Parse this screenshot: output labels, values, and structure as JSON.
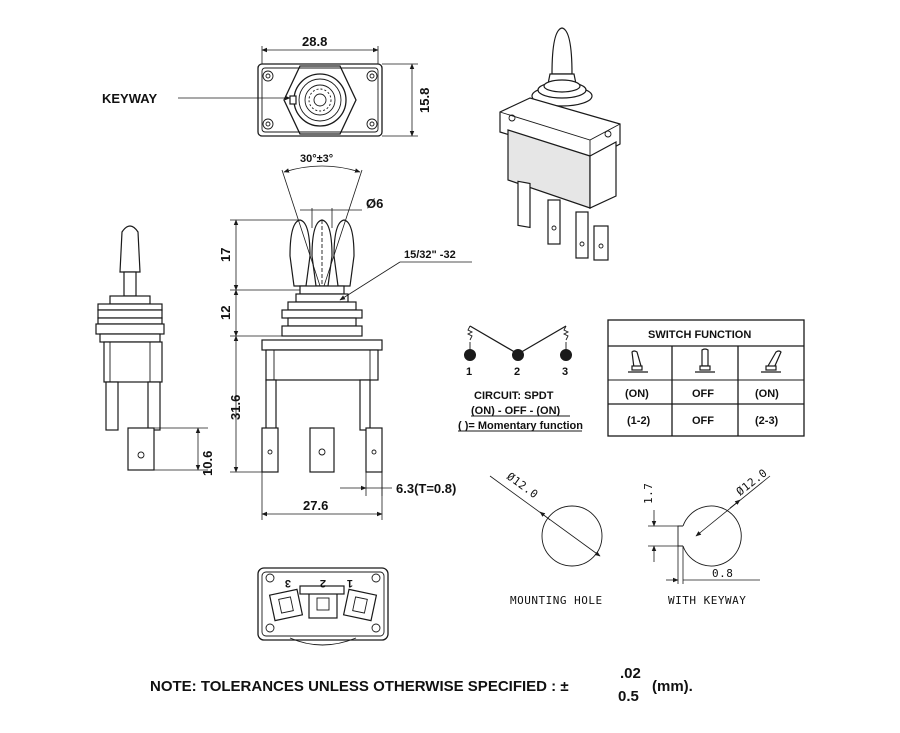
{
  "top_view": {
    "width_dim": "28.8",
    "height_dim": "15.8",
    "keyway_label": "KEYWAY"
  },
  "side_view": {
    "angle_dim": "30°±3°",
    "lever_dia": "Ø6",
    "thread": "15/32\" -32",
    "lever_height": "17",
    "bushing_height": "12",
    "body_height": "31.6",
    "terminal_length": "10.6",
    "terminal_width": "6.3(T=0.8)",
    "body_width": "27.6"
  },
  "circuit": {
    "terminals": [
      "1",
      "2",
      "3"
    ],
    "line1": "CIRCUIT: SPDT",
    "line2": "(ON) - OFF - (ON)",
    "line3": "(  )= Momentary function"
  },
  "switch_function": {
    "title": "SWITCH FUNCTION",
    "row1": [
      "(ON)",
      "OFF",
      "(ON)"
    ],
    "row2": [
      "(1-2)",
      "OFF",
      "(2-3)"
    ]
  },
  "mounting_hole": {
    "diameter": "Ø12.0",
    "label": "MOUNTING HOLE"
  },
  "keyway_hole": {
    "diameter": "Ø12.0",
    "keyway_height": "1.7",
    "keyway_depth": "0.8",
    "label": "WITH KEYWAY"
  },
  "bottom_view": {
    "terminal_numbers": [
      "3",
      "2",
      "1"
    ]
  },
  "note": {
    "prefix": "NOTE: TOLERANCES UNLESS OTHERWISE SPECIFIED : ±",
    "tol_upper": ".02",
    "tol_lower": "0.5",
    "suffix": "(mm)."
  }
}
